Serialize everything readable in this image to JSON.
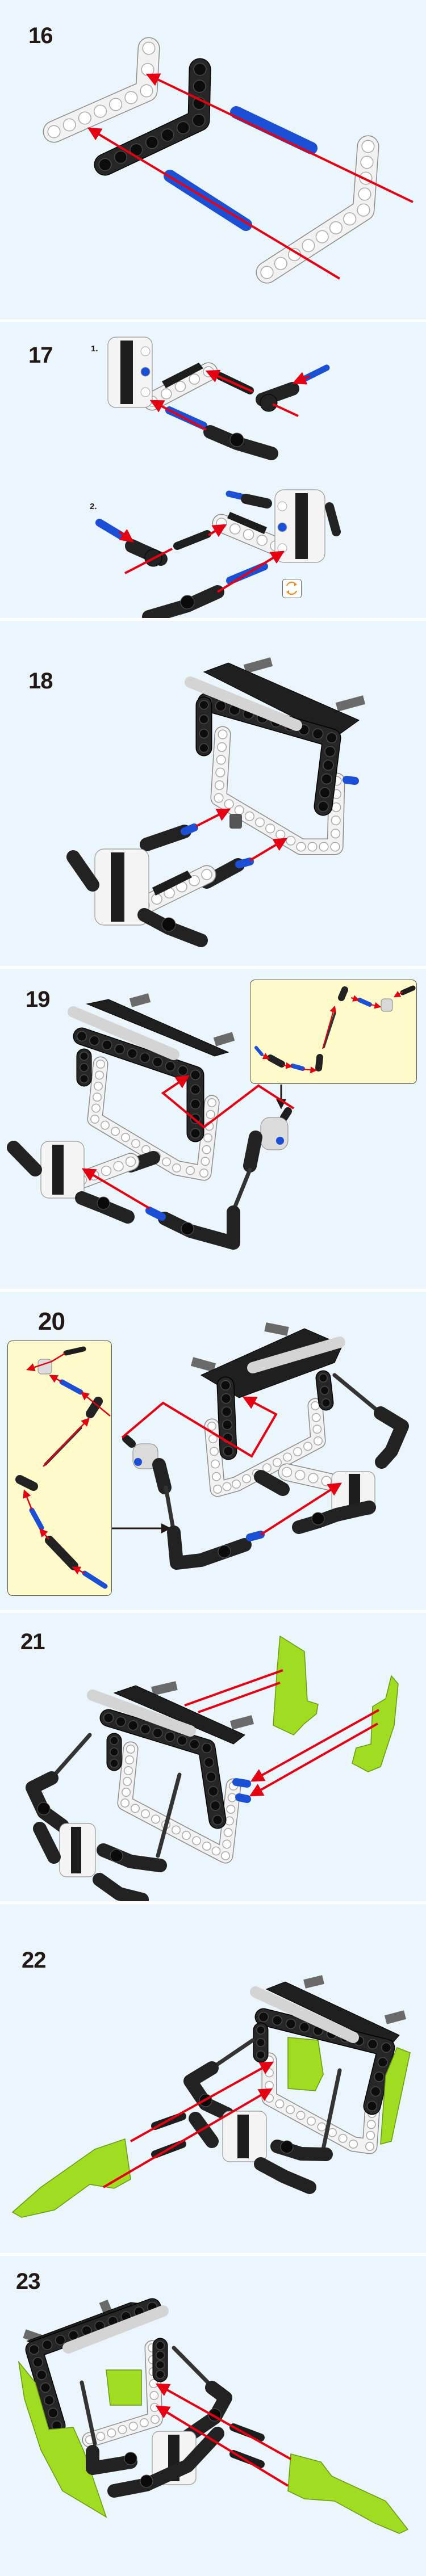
{
  "colors": {
    "panel_background": "#eaf5fc",
    "arrow_red": "#e60012",
    "pin_blue": "#1b50d6",
    "beam_black": "#262626",
    "beam_white": "#f2f2f2",
    "lime_panel": "#9fdc22",
    "callout_background": "#fffbcb"
  },
  "steps": [
    {
      "number": "16"
    },
    {
      "number": "17",
      "substeps": [
        "1.",
        "2."
      ],
      "icon": "rotate-model-icon"
    },
    {
      "number": "18"
    },
    {
      "number": "19",
      "callout": "sub-assembly-callout"
    },
    {
      "number": "20",
      "callout": "sub-assembly-callout"
    },
    {
      "number": "21"
    },
    {
      "number": "22"
    },
    {
      "number": "23"
    }
  ]
}
